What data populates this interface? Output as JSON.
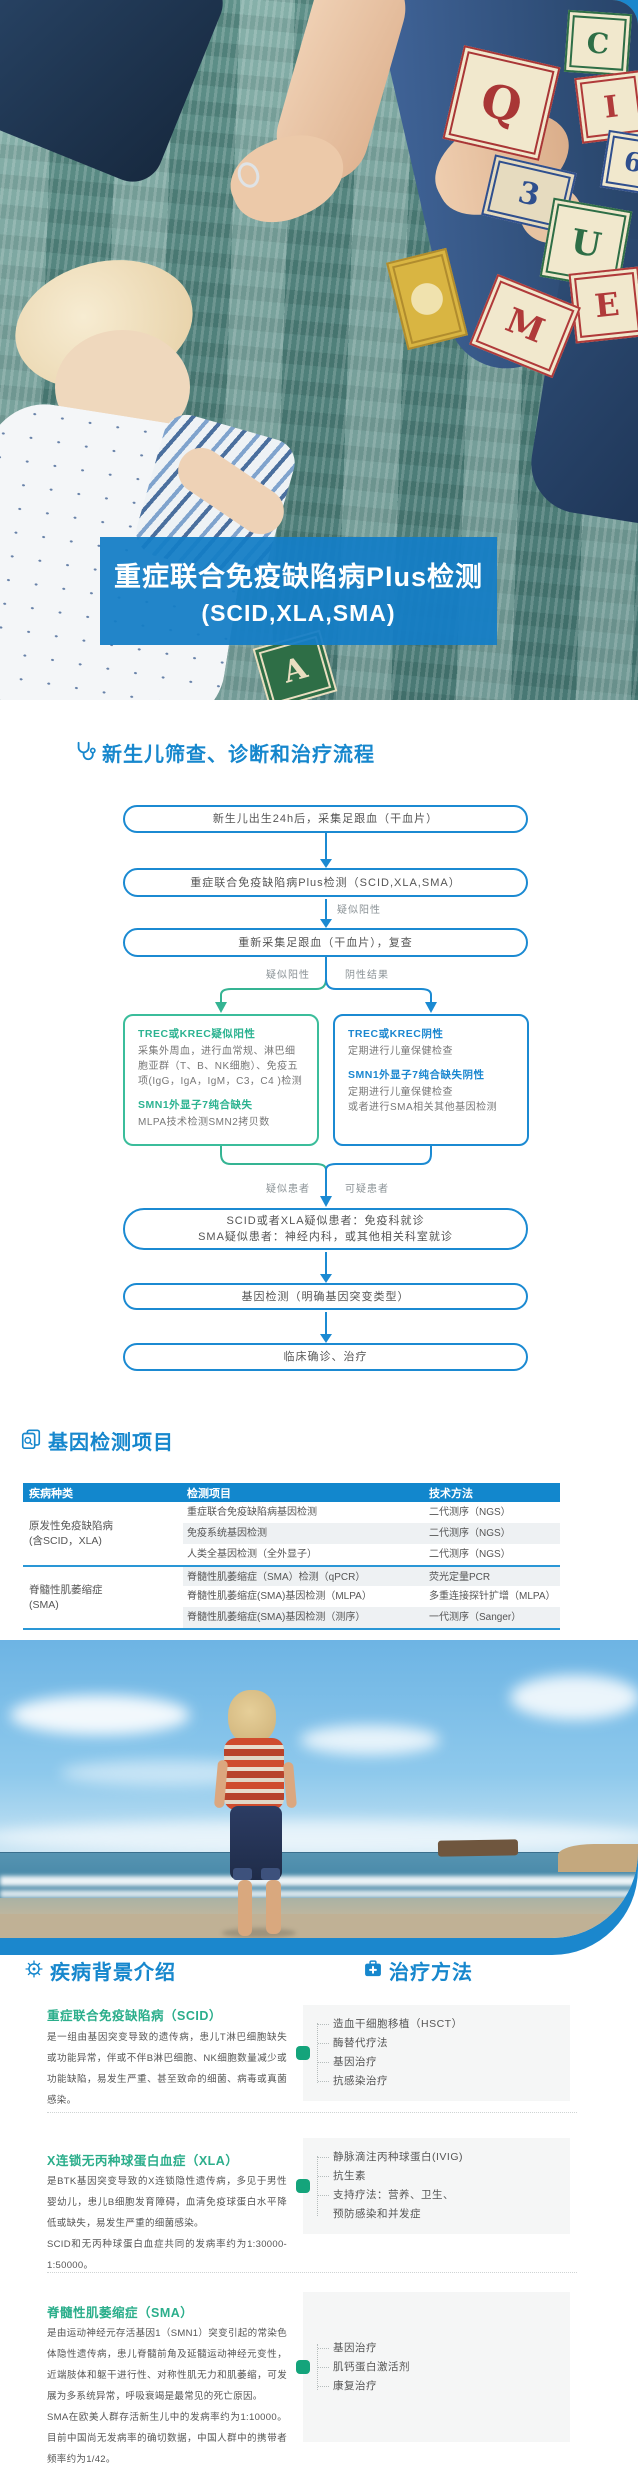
{
  "colors": {
    "primary_blue": "#1687cd",
    "flow_blue": "#1b8ad2",
    "green": "#2cb391",
    "table_header_blue": "#1287cd",
    "banner_blue": "#147dc6"
  },
  "hero": {
    "banner": {
      "line1": "重症联合免疫缺陷病Plus检测",
      "line2": "(SCID,XLA,SMA)"
    },
    "blocks": {
      "q": "Q",
      "three": "3",
      "a": "A",
      "c": "C",
      "i": "I",
      "six": "6",
      "u": "U",
      "e": "E",
      "m": "M"
    }
  },
  "flow": {
    "section_title": "新生儿筛查、诊断和治疗流程",
    "step1": "新生儿出生24h后，采集足跟血（干血片）",
    "step2": "重症联合免疫缺陷病Plus检测（SCID,XLA,SMA）",
    "label_suspect1": "疑似阳性",
    "step3": "重新采集足跟血（干血片），复查",
    "label_suspect2": "疑似阳性",
    "label_negative": "阴性结果",
    "green_box": {
      "title1": "TREC或KREC疑似阳性",
      "body1": "采集外周血，进行血常规、淋巴细胞亚群（T、B、NK细胞）、免疫五项(IgG，IgA，IgM，C3，C4 )检测",
      "title2": "SMN1外显子7纯合缺失",
      "body2": "MLPA技术检测SMN2拷贝数"
    },
    "blue_box": {
      "title1": "TREC或KREC阴性",
      "body1": "定期进行儿童保健检查",
      "title2": "SMN1外显子7纯合缺失阴性",
      "body2": "定期进行儿童保健检查\n或者进行SMA相关其他基因检测"
    },
    "label_suspected_patient": "疑似患者",
    "label_possible_patient": "可疑患者",
    "step4": "SCID或者XLA疑似患者：免疫科就诊\nSMA疑似患者：神经内科，或其他相关科室就诊",
    "step5": "基因检测（明确基因突变类型）",
    "step6": "临床确诊、治疗"
  },
  "gene_table": {
    "section_title": "基因检测项目",
    "columns": [
      "疾病种类",
      "检测项目",
      "技术方法"
    ],
    "groups": [
      {
        "category": "原发性免疫缺陷病\n(含SCID，XLA)",
        "rows": [
          {
            "item": "重症联合免疫缺陷病基因检测",
            "method": "二代测序（NGS）"
          },
          {
            "item": "免疫系统基因检测",
            "method": "二代测序（NGS）"
          },
          {
            "item": "人类全基因检测（全外显子）",
            "method": "二代测序（NGS）"
          }
        ]
      },
      {
        "category": "脊髓性肌萎缩症\n(SMA)",
        "rows": [
          {
            "item": "脊髓性肌萎缩症（SMA）检测（qPCR）",
            "method": "荧光定量PCR"
          },
          {
            "item": "脊髓性肌萎缩症(SMA)基因检测（MLPA）",
            "method": "多重连接探针扩增（MLPA）"
          },
          {
            "item": "脊髓性肌萎缩症(SMA)基因检测（测序）",
            "method": "一代测序（Sanger）"
          }
        ]
      }
    ]
  },
  "background": {
    "section_title": "疾病背景介绍",
    "diseases": [
      {
        "heading": "重症联合免疫缺陷病（SCID）",
        "text1": "是一组由基因突变导致的遗传病，患儿T淋巴细胞缺失或功能异常，伴或不伴B淋巴细胞、NK细胞数量减少或功能缺陷，易发生严重、甚至致命的细菌、病毒或真菌感染。",
        "text2": ""
      },
      {
        "heading": "X连锁无丙种球蛋白血症（XLA）",
        "text1": "是BTK基因突变导致的X连锁隐性遗传病，多见于男性婴幼儿，患儿B细胞发育障碍，血清免疫球蛋白水平降低或缺失，易发生严重的细菌感染。",
        "text2": "SCID和无丙种球蛋白血症共同的发病率约为1:30000-1:50000。"
      },
      {
        "heading": "脊髓性肌萎缩症（SMA）",
        "text1": "是由运动神经元存活基因1（SMN1）突变引起的常染色体隐性遗传病，患儿脊髓前角及延髓运动神经元变性，近端肢体和躯干进行性、对称性肌无力和肌萎缩，可发展为多系统异常，呼吸衰竭是最常见的死亡原因。",
        "text2": "SMA在欧美人群存活新生儿中的发病率约为1:10000。目前中国尚无发病率的确切数据，中国人群中的携带者频率约为1/42。"
      }
    ]
  },
  "treatment": {
    "section_title": "治疗方法",
    "blocks": [
      {
        "items": [
          "造血干细胞移植（HSCT）",
          "酶替代疗法",
          "基因治疗",
          "抗感染治疗"
        ]
      },
      {
        "items": [
          "静脉滴注丙种球蛋白(IVIG)",
          "抗生素",
          "支持疗法：营养、卫生、\n预防感染和并发症"
        ]
      },
      {
        "items": [
          "基因治疗",
          "肌钙蛋白激活剂",
          "康复治疗"
        ]
      }
    ]
  }
}
